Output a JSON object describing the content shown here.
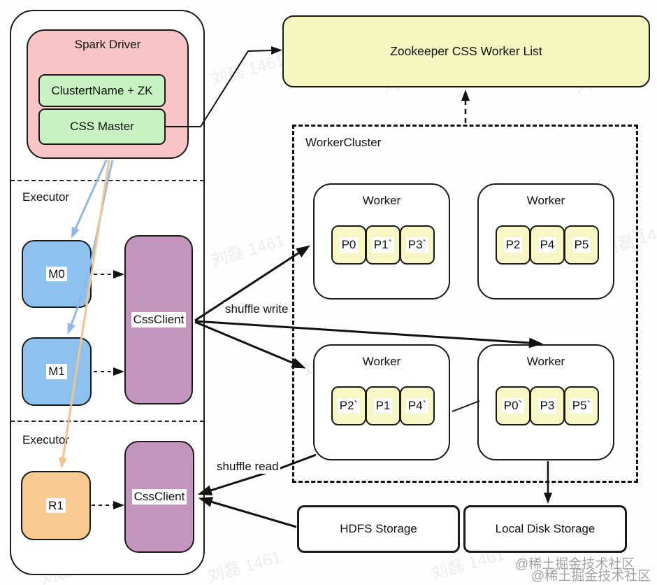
{
  "diagram": {
    "driver": {
      "title": "Spark Driver",
      "cluster_name_zk": "ClustertName + ZK",
      "css_master": "CSS Master"
    },
    "executor1": {
      "label": "Executor",
      "m0": "M0",
      "m1": "M1",
      "css_client": "CssClient"
    },
    "executor2": {
      "label": "Executor",
      "r1": "R1",
      "css_client": "CssClient"
    },
    "zookeeper": {
      "label": "Zookeeper CSS Worker List"
    },
    "worker_cluster": {
      "label": "WorkerCluster",
      "workers": [
        {
          "title": "Worker",
          "partitions": [
            "P0",
            "P1`",
            "P3`"
          ]
        },
        {
          "title": "Worker",
          "partitions": [
            "P2",
            "P4",
            "P5"
          ]
        },
        {
          "title": "Worker",
          "partitions": [
            "P2`",
            "P1",
            "P4`"
          ]
        },
        {
          "title": "Worker",
          "partitions": [
            "P0`",
            "P3",
            "P5`"
          ]
        }
      ]
    },
    "storage": {
      "hdfs": "HDFS Storage",
      "local_disk": "Local Disk Storage"
    },
    "edge_labels": {
      "shuffle_write": "shuffle write",
      "shuffle_read": "shuffle read"
    },
    "watermarks": {
      "user": "刘磊 1461",
      "community": "@稀土掘金技术社区"
    },
    "colors": {
      "driver_bg": "#f7c5c5",
      "green_bg": "#c9f2c2",
      "yellow_bg": "#f6f6c0",
      "partition_bg": "#f7f7c6",
      "map_task_bg": "#8ec2ee",
      "reduce_task_bg": "#f8c991",
      "css_client_bg": "#c394bc",
      "arrow_blue": "#8fb9e9",
      "arrow_orange": "#f3c28e",
      "line": "#111111"
    }
  }
}
